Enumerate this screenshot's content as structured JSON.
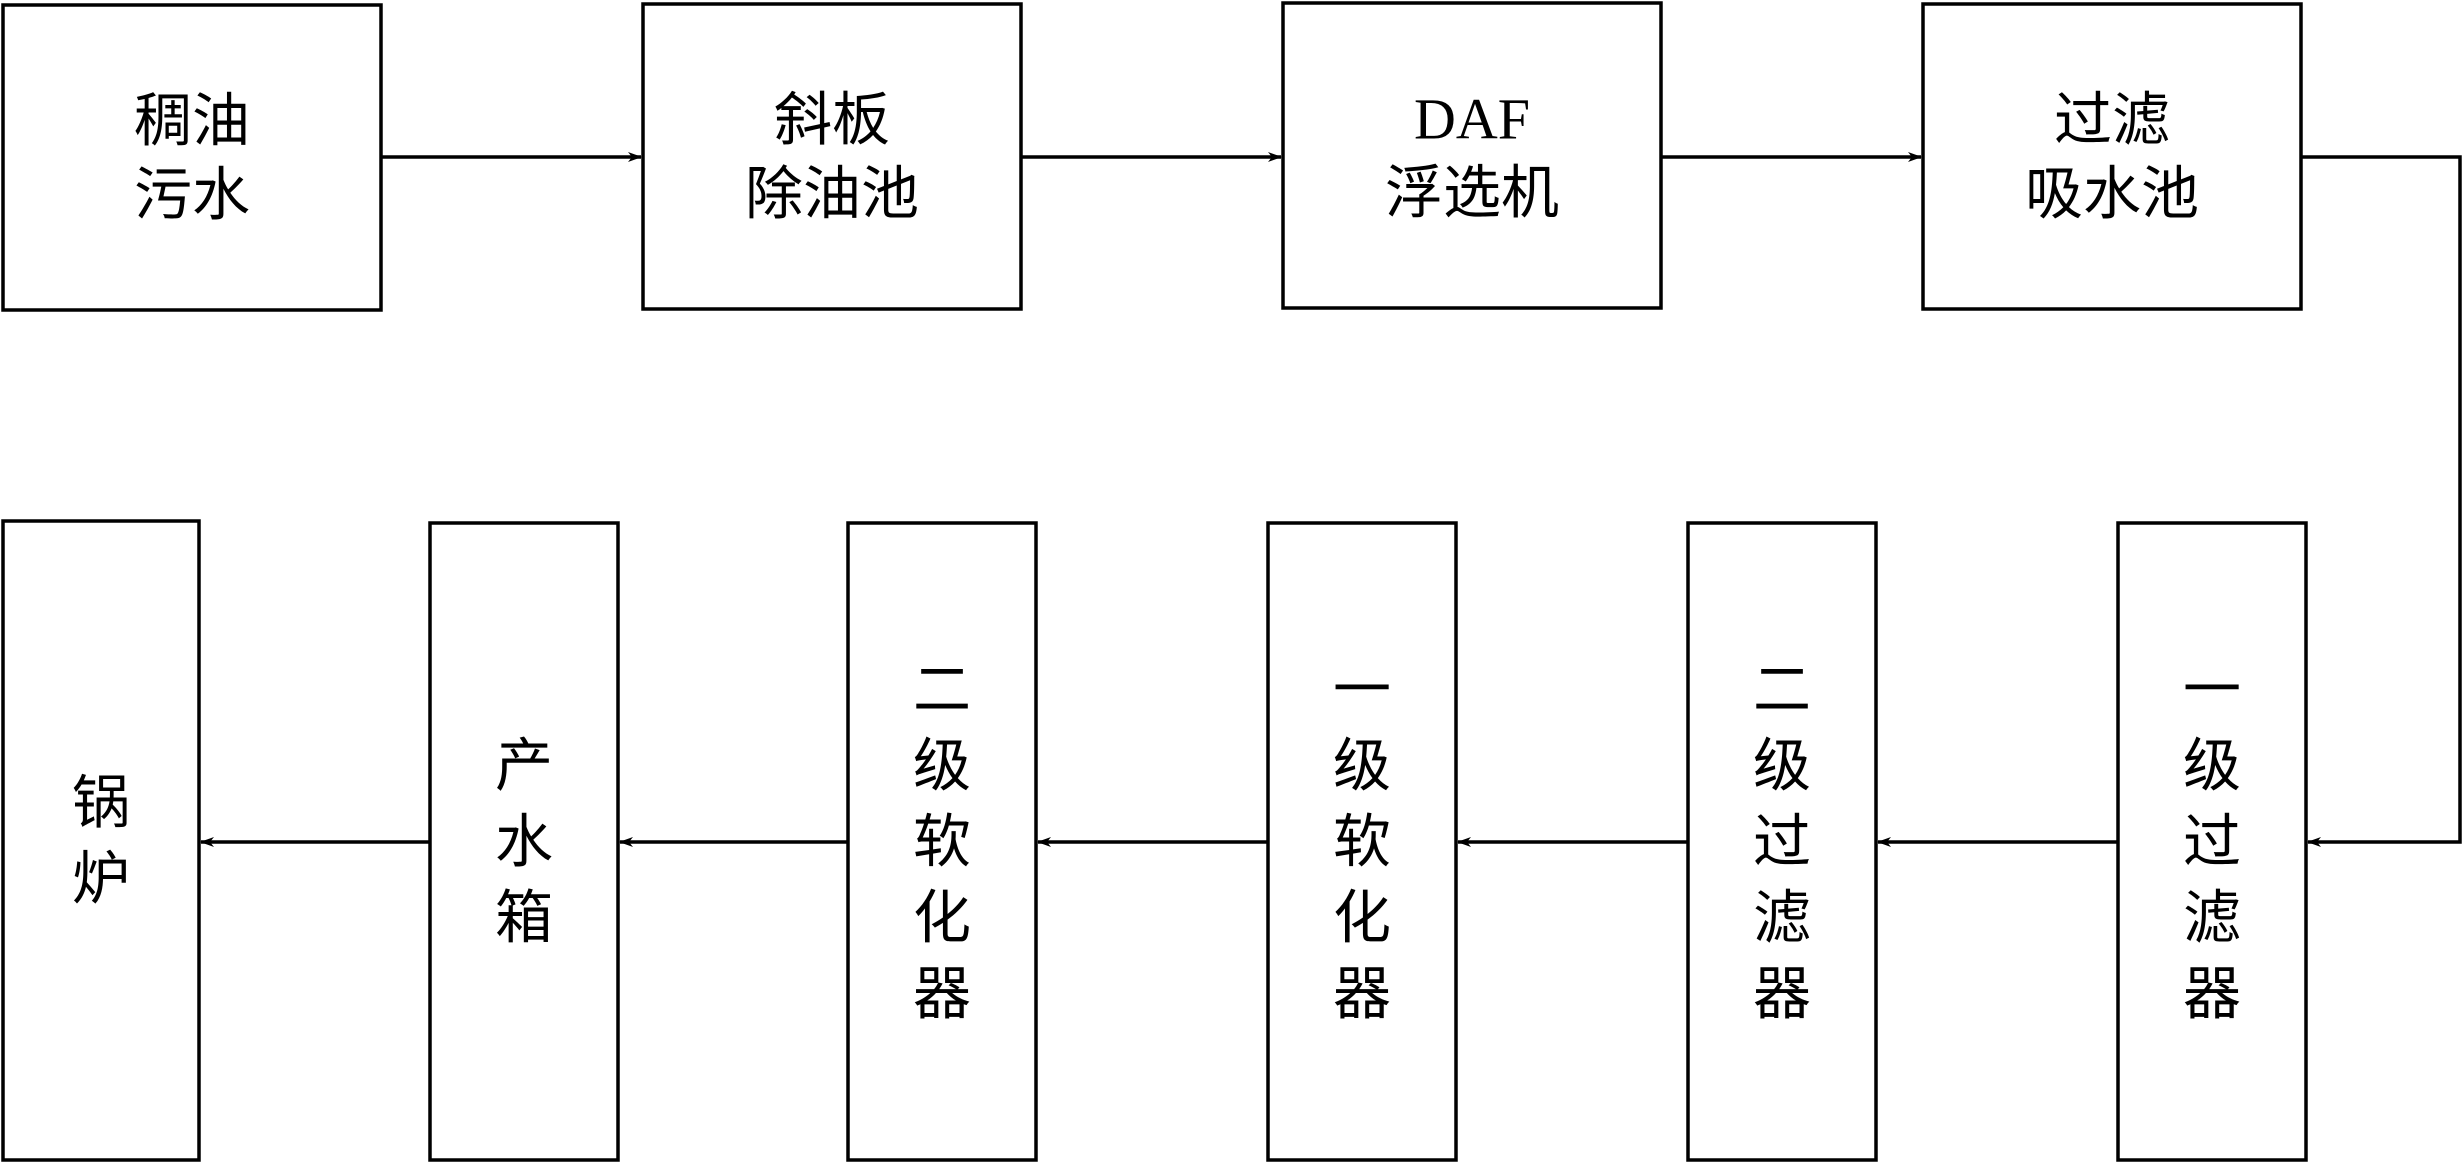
{
  "diagram": {
    "nodes": [
      {
        "id": "thick-oil-wastewater",
        "lines": [
          "稠油",
          "污水"
        ]
      },
      {
        "id": "inclined-plate-oil-removal-tank",
        "lines": [
          "斜板",
          "除油池"
        ]
      },
      {
        "id": "daf-flotation-machine",
        "lines": [
          "DAF",
          "浮选机"
        ]
      },
      {
        "id": "filter-suction-tank",
        "lines": [
          "过滤",
          "吸水池"
        ]
      },
      {
        "id": "primary-filter",
        "lines": [
          "一",
          "级",
          "过",
          "滤",
          "器"
        ]
      },
      {
        "id": "secondary-filter",
        "lines": [
          "二",
          "级",
          "过",
          "滤",
          "器"
        ]
      },
      {
        "id": "primary-softener",
        "lines": [
          "一",
          "级",
          "软",
          "化",
          "器"
        ]
      },
      {
        "id": "secondary-softener",
        "lines": [
          "二",
          "级",
          "软",
          "化",
          "器"
        ]
      },
      {
        "id": "product-water-tank",
        "lines": [
          "产",
          "水",
          "箱"
        ]
      },
      {
        "id": "boiler",
        "lines": [
          "锅",
          "炉"
        ]
      }
    ],
    "edges": [
      {
        "from": "thick-oil-wastewater",
        "to": "inclined-plate-oil-removal-tank"
      },
      {
        "from": "inclined-plate-oil-removal-tank",
        "to": "daf-flotation-machine"
      },
      {
        "from": "daf-flotation-machine",
        "to": "filter-suction-tank"
      },
      {
        "from": "filter-suction-tank",
        "to": "primary-filter"
      },
      {
        "from": "primary-filter",
        "to": "secondary-filter"
      },
      {
        "from": "secondary-filter",
        "to": "primary-softener"
      },
      {
        "from": "primary-softener",
        "to": "secondary-softener"
      },
      {
        "from": "secondary-softener",
        "to": "product-water-tank"
      },
      {
        "from": "product-water-tank",
        "to": "boiler"
      }
    ]
  }
}
